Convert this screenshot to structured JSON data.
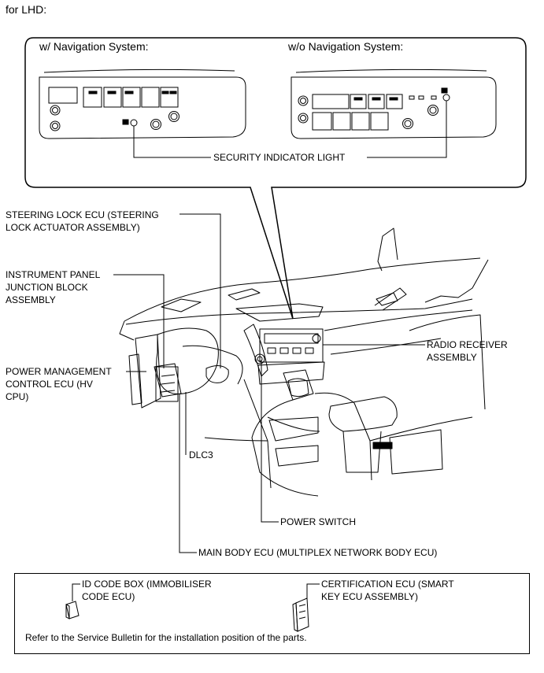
{
  "header": {
    "title": "for LHD:"
  },
  "inset": {
    "left_title": "w/ Navigation System:",
    "right_title": "w/o Navigation System:",
    "callout": "SECURITY INDICATOR LIGHT"
  },
  "labels": {
    "steering_lock": [
      "STEERING LOCK ECU (STEERING",
      "LOCK ACTUATOR ASSEMBLY)"
    ],
    "junction_block": [
      "INSTRUMENT PANEL",
      "JUNCTION BLOCK",
      "ASSEMBLY"
    ],
    "power_mgmt": [
      "POWER MANAGEMENT",
      "CONTROL ECU (HV",
      "CPU)"
    ],
    "radio": [
      "RADIO RECEIVER",
      "ASSEMBLY"
    ],
    "dlc3": "DLC3",
    "power_switch": "POWER SWITCH",
    "main_body": "MAIN BODY ECU (MULTIPLEX NETWORK BODY ECU)"
  },
  "legend": {
    "id_code_box": [
      "ID CODE BOX (IMMOBILISER",
      "CODE ECU)"
    ],
    "certification": [
      "CERTIFICATION ECU (SMART",
      "KEY ECU ASSEMBLY)"
    ],
    "note": "Refer to the Service Bulletin for the installation position of the parts."
  }
}
